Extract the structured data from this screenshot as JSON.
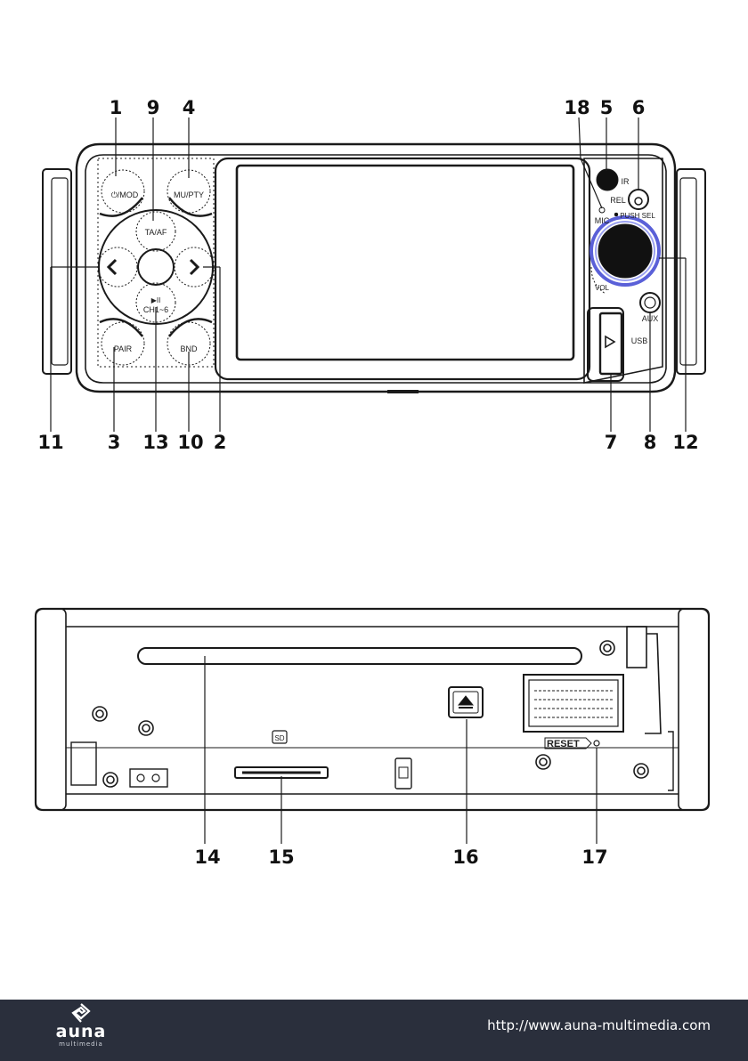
{
  "front_panel": {
    "callouts_top": [
      "1",
      "9",
      "4",
      "18",
      "5",
      "6"
    ],
    "callouts_bottom": [
      "11",
      "3",
      "13",
      "10",
      "2",
      "7",
      "8",
      "12"
    ],
    "button_labels": {
      "power_mode": "⏻/MOD",
      "mute_pty": "MU/PTY",
      "ta_af": "TA/AF",
      "play_ch": "CH1~6",
      "play_symbol": "▶II",
      "pair": "PAIR",
      "band": "BND",
      "ir": "IR",
      "rel": "REL",
      "mic": "MIC",
      "push_sel": "PUSH SEL",
      "vol": "VOL",
      "aux": "AUX",
      "usb": "USB"
    }
  },
  "rear_panel": {
    "callouts": [
      "14",
      "15",
      "16",
      "17"
    ],
    "reset_label": "RESET",
    "sd_label": "SD"
  },
  "footer": {
    "brand": "auna",
    "brand_sub": "multimedia",
    "url": "http://www.auna-multimedia.com"
  }
}
